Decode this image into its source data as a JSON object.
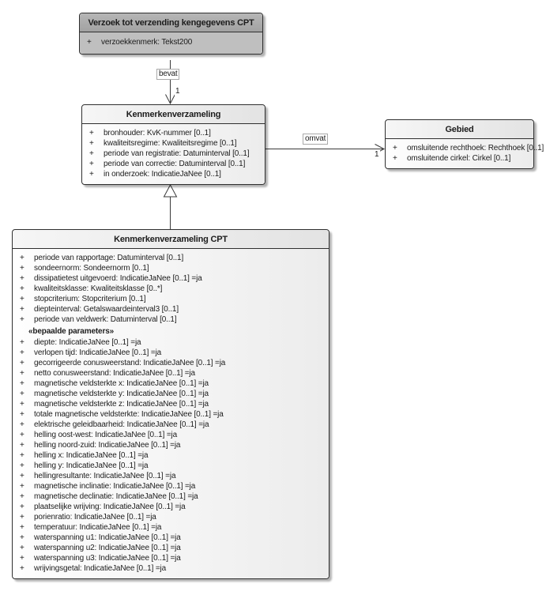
{
  "classes": {
    "verzoek": {
      "title": "Verzoek tot verzending kengegevens CPT",
      "visibility": "+",
      "attributes": [
        "verzoekkenmerk: Tekst200"
      ]
    },
    "kenmerkenverzameling": {
      "title": "Kenmerkenverzameling",
      "visibility": "+",
      "attributes": [
        "bronhouder: KvK-nummer [0..1]",
        "kwaliteitsregime: Kwaliteitsregime [0..1]",
        "periode van registratie: Datuminterval [0..1]",
        "periode van correctie: Datuminterval [0..1]",
        "in onderzoek: IndicatieJaNee [0..1]"
      ]
    },
    "gebied": {
      "title": "Gebied",
      "visibility": "+",
      "attributes": [
        "omsluitende rechthoek: Rechthoek [0..1]",
        "omsluitende cirkel: Cirkel [0..1]"
      ]
    },
    "cpt": {
      "title": "Kenmerkenverzameling CPT",
      "visibility": "+",
      "attributes": [
        "periode van rapportage: Datuminterval [0..1]",
        "sondeernorm: Sondeernorm [0..1]",
        "dissipatietest uitgevoerd: IndicatieJaNee [0..1] =ja",
        "kwaliteitsklasse: Kwaliteitsklasse [0..*]",
        "stopcriterium: Stopcriterium [0..1]",
        "diepteinterval: Getalswaardeinterval3 [0..1]",
        "periode van veldwerk: Datuminterval [0..1]"
      ],
      "stereotype": "«bepaalde parameters»",
      "attributes2": [
        "diepte: IndicatieJaNee [0..1] =ja",
        "verlopen tijd: IndicatieJaNee [0..1] =ja",
        "gecorrigeerde conusweerstand: IndicatieJaNee [0..1] =ja",
        "netto conusweerstand: IndicatieJaNee [0..1] =ja",
        "magnetische veldsterkte x: IndicatieJaNee [0..1] =ja",
        "magnetische veldsterkte y: IndicatieJaNee [0..1] =ja",
        "magnetische veldsterkte z: IndicatieJaNee [0..1] =ja",
        "totale magnetische veldsterkte: IndicatieJaNee [0..1] =ja",
        "elektrische geleidbaarheid: IndicatieJaNee [0..1] =ja",
        "helling oost-west: IndicatieJaNee [0..1] =ja",
        "helling noord-zuid: IndicatieJaNee [0..1] =ja",
        "helling x: IndicatieJaNee [0..1] =ja",
        "helling y: IndicatieJaNee [0..1] =ja",
        "hellingresultante: IndicatieJaNee [0..1] =ja",
        "magnetische inclinatie: IndicatieJaNee [0..1] =ja",
        "magnetische declinatie: IndicatieJaNee [0..1] =ja",
        "plaatselijke wrijving: IndicatieJaNee [0..1] =ja",
        "porienratio: IndicatieJaNee [0..1] =ja",
        "temperatuur: IndicatieJaNee [0..1] =ja",
        "waterspanning u1: IndicatieJaNee [0..1] =ja",
        "waterspanning u2: IndicatieJaNee [0..1] =ja",
        "waterspanning u3: IndicatieJaNee [0..1] =ja",
        "wrijvingsgetal: IndicatieJaNee [0..1] =ja"
      ]
    }
  },
  "connectors": {
    "bevat": {
      "label": "bevat",
      "multiplicity": "1",
      "type": "directed-association"
    },
    "omvat": {
      "label": "omvat",
      "multiplicity": "1",
      "type": "directed-association"
    },
    "generalization": {
      "type": "generalization"
    }
  },
  "colors": {
    "box_border": "#2f2f2f",
    "line_color": "#3a3a3a",
    "top_header_fill": "#a2a2a2",
    "top_header_light": "#b6b6b6",
    "top_body_fill": "#bfbfbf",
    "light_header_fill": "#e3e3e3",
    "light_header_left": "#f6f6f6",
    "light_body_fill": "#ececec",
    "light_body_left": "#fefefe",
    "background": "#ffffff"
  }
}
